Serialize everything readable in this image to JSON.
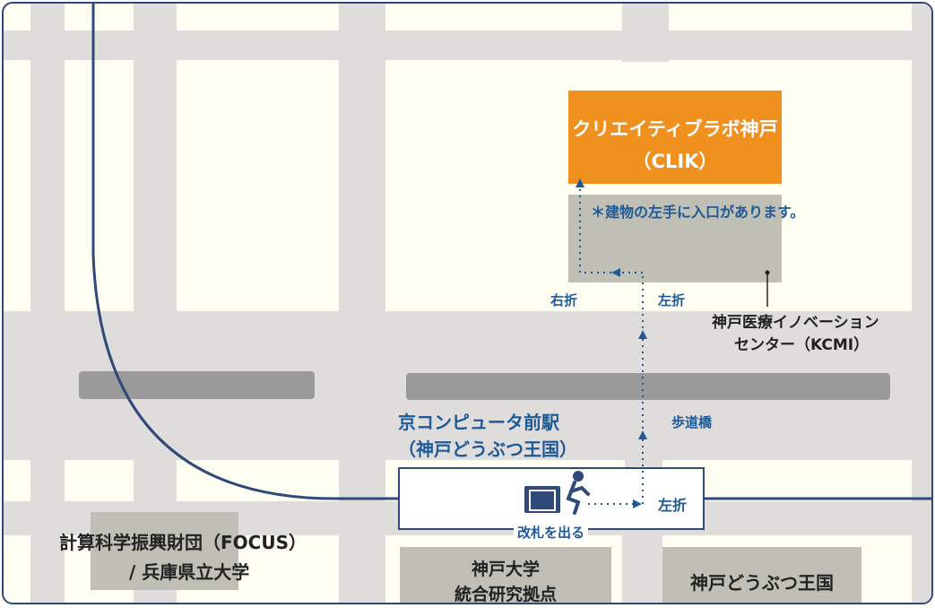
{
  "target": {
    "name": "クリエイティブラボ神戸",
    "abbr": "（CLIK）"
  },
  "note": "＊建物の左手に入口があります。",
  "station": {
    "name": "京コンピュータ前駅",
    "sub": "（神戸どうぶつ王国）"
  },
  "exit_label": "改札を出る",
  "directions": {
    "left_turn": "左折",
    "right_turn": "右折",
    "pedestrian_bridge": "歩道橋"
  },
  "kcmi": {
    "line1": "神戸医療イノベーション",
    "line2": "センター（KCMI）"
  },
  "focus": {
    "line1": "計算科学振興財団（FOCUS）",
    "line2": "/ 兵庫県立大学"
  },
  "kobe_univ": {
    "line1": "神戸大学",
    "line2": "統合研究拠点"
  },
  "zoo": "神戸どうぶつ王国",
  "colors": {
    "route_line": "#2f4a78",
    "accent": "#f0901e",
    "route_dots": "#1f5a96"
  }
}
